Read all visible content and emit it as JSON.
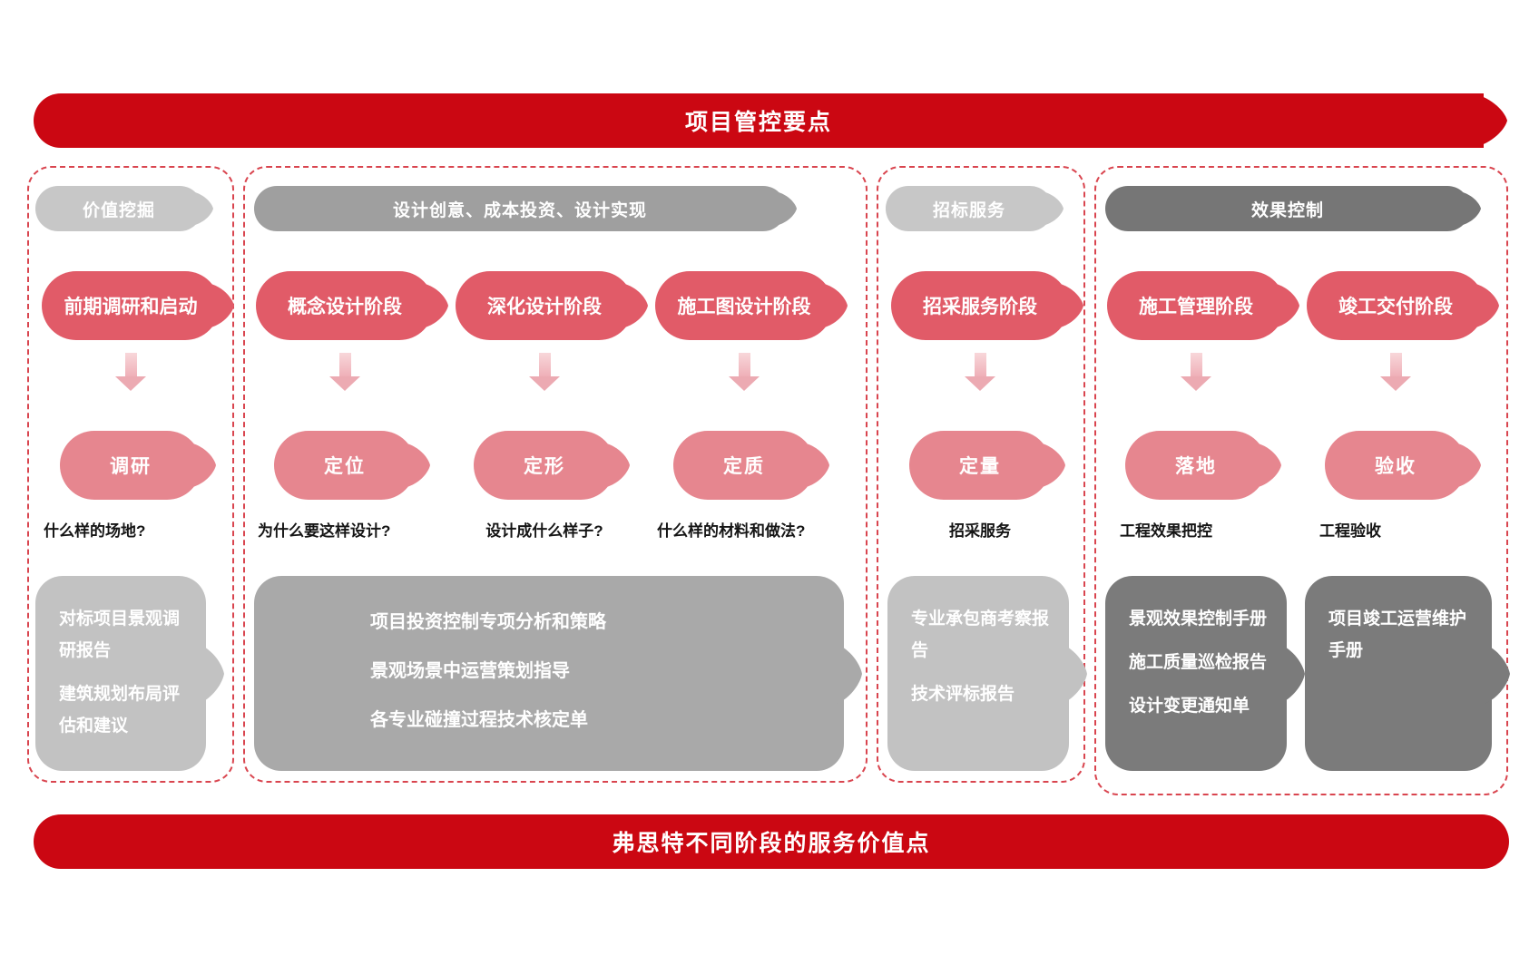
{
  "title_banner": {
    "label": "项目管控要点"
  },
  "footer_banner": {
    "label": "弗思特不同阶段的服务价值点"
  },
  "colors": {
    "primary_red": "#cb0712",
    "dashed_border_red": "#d9454f",
    "stage_pill_red": "#e15b68",
    "keyword_pill_pink": "#e6868f",
    "arrow_pink": "#ecaab2",
    "header_light_gray": "#c7c7c7",
    "header_mid_gray": "#9f9f9f",
    "header_dark_gray": "#767676",
    "box_light_gray": "#c2c2c2",
    "box_mid_gray": "#a9a9a9",
    "box_dark_gray": "#7b7b7b"
  },
  "columns": [
    {
      "header": "价值挖掘",
      "tracks": [
        {
          "stage": "前期调研和启动",
          "keyword": "调研",
          "question": "什么样的场地?",
          "deliverables": [
            "对标项目景观调研报告",
            "建筑规划布局评估和建议"
          ]
        }
      ]
    },
    {
      "header": "设计创意、成本投资、设计实现",
      "tracks": [
        {
          "stage": "概念设计阶段",
          "keyword": "定位",
          "question": "为什么要这样设计?"
        },
        {
          "stage": "深化设计阶段",
          "keyword": "定形",
          "question": "设计成什么样子?"
        },
        {
          "stage": "施工图设计阶段",
          "keyword": "定质",
          "question": "什么样的材料和做法?"
        }
      ],
      "shared_deliverables": [
        "项目投资控制专项分析和策略",
        "景观场景中运营策划指导",
        "各专业碰撞过程技术核定单"
      ]
    },
    {
      "header": "招标服务",
      "tracks": [
        {
          "stage": "招采服务阶段",
          "keyword": "定量",
          "question": "招采服务",
          "deliverables": [
            "专业承包商考察报告",
            "技术评标报告"
          ]
        }
      ]
    },
    {
      "header": "效果控制",
      "tracks": [
        {
          "stage": "施工管理阶段",
          "keyword": "落地",
          "question": "工程效果把控",
          "deliverables": [
            "景观效果控制手册",
            "施工质量巡检报告",
            "设计变更通知单"
          ]
        },
        {
          "stage": "竣工交付阶段",
          "keyword": "验收",
          "question": "工程验收",
          "deliverables": [
            "项目竣工运营维护手册"
          ]
        }
      ]
    }
  ]
}
